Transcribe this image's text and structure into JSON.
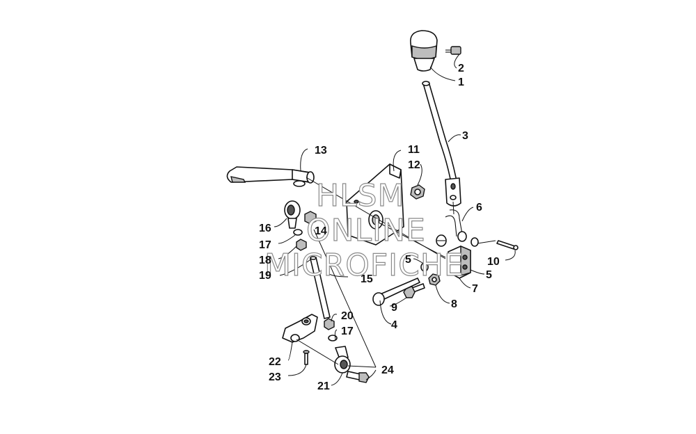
{
  "diagram": {
    "callouts": [
      {
        "id": "c1",
        "label": "1"
      },
      {
        "id": "c2",
        "label": "2"
      },
      {
        "id": "c3",
        "label": "3"
      },
      {
        "id": "c4",
        "label": "4"
      },
      {
        "id": "c5a",
        "label": "5"
      },
      {
        "id": "c5b",
        "label": "5"
      },
      {
        "id": "c6",
        "label": "6"
      },
      {
        "id": "c7",
        "label": "7"
      },
      {
        "id": "c8",
        "label": "8"
      },
      {
        "id": "c9",
        "label": "9"
      },
      {
        "id": "c10",
        "label": "10"
      },
      {
        "id": "c11",
        "label": "11"
      },
      {
        "id": "c12",
        "label": "12"
      },
      {
        "id": "c13",
        "label": "13"
      },
      {
        "id": "c14",
        "label": "14"
      },
      {
        "id": "c15",
        "label": "15"
      },
      {
        "id": "c16",
        "label": "16"
      },
      {
        "id": "c17a",
        "label": "17"
      },
      {
        "id": "c17b",
        "label": "17"
      },
      {
        "id": "c18",
        "label": "18"
      },
      {
        "id": "c19",
        "label": "19"
      },
      {
        "id": "c20",
        "label": "20"
      },
      {
        "id": "c21",
        "label": "21"
      },
      {
        "id": "c22",
        "label": "22"
      },
      {
        "id": "c23",
        "label": "23"
      },
      {
        "id": "c24",
        "label": "24"
      }
    ]
  },
  "watermark": {
    "line1": "HLSM",
    "line2": "ONLINE",
    "line3": "MICROFICHE"
  }
}
